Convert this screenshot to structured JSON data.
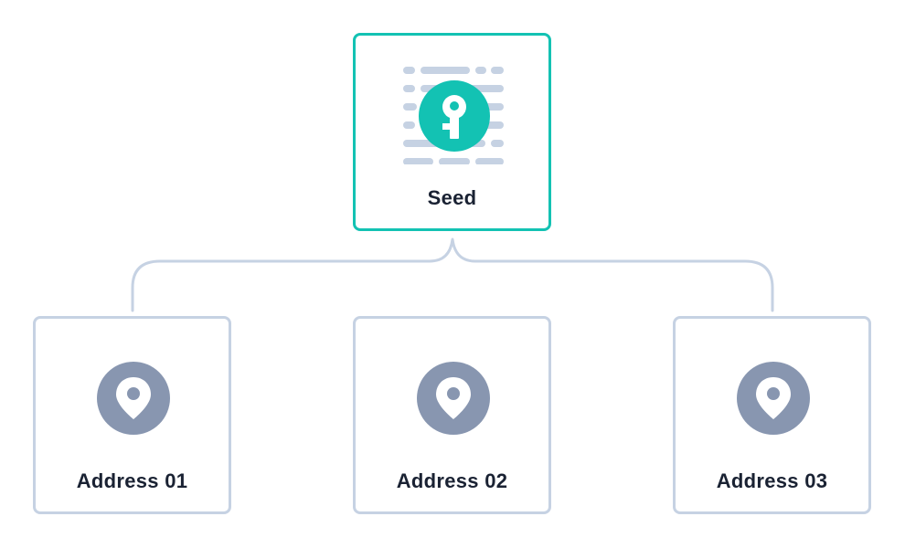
{
  "colors": {
    "accent": "#13c2b3",
    "border_muted": "#c6d2e3",
    "line_placeholder": "#c6d2e3",
    "pin_fill": "#8896b0",
    "text": "#1a2233"
  },
  "seed": {
    "label": "Seed",
    "icon": "key-icon"
  },
  "addresses": [
    {
      "label": "Address 01",
      "icon": "location-pin-icon"
    },
    {
      "label": "Address 02",
      "icon": "location-pin-icon"
    },
    {
      "label": "Address 03",
      "icon": "location-pin-icon"
    }
  ]
}
